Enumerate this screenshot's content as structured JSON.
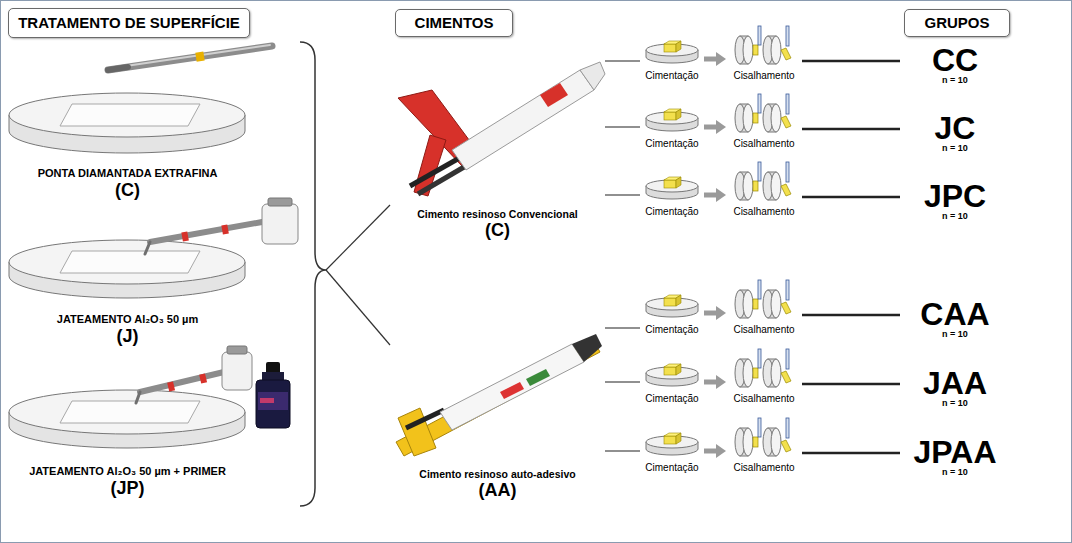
{
  "diagram": {
    "nodes": [
      {
        "text": [
          "TRATAMENTO DE SUPERFÍCIE"
        ]
      },
      {
        "text": [
          "CIMENTOS"
        ]
      },
      {
        "text": [
          "GRUPOS"
        ]
      },
      {
        "text": [
          "PONTA DIAMANTADA EXTRAFINA",
          "(C)"
        ]
      },
      {
        "text": [
          "JATEAMENTO Al₂O₃ 50 µm",
          "(J)"
        ]
      },
      {
        "text": [
          "JATEAMENTO Al₂O₃ 50 µm + PRIMER",
          "(JP)"
        ]
      },
      {
        "text": [
          "Cimento resinoso Convencional",
          "(C)"
        ]
      },
      {
        "text": [
          "Cimento resinoso auto-adesivo",
          "(AA)"
        ]
      },
      {
        "text": [
          "Cimentação"
        ]
      },
      {
        "text": [
          "Cisalhamento"
        ]
      },
      {
        "text": [
          "CC",
          "n = 10"
        ]
      },
      {
        "text": [
          "Cimentação"
        ]
      },
      {
        "text": [
          "Cisalhamento"
        ]
      },
      {
        "text": [
          "JC",
          "n = 10"
        ]
      },
      {
        "text": [
          "Cimentação"
        ]
      },
      {
        "text": [
          "Cisalhamento"
        ]
      },
      {
        "text": [
          "JPC",
          "n = 10"
        ]
      },
      {
        "text": [
          "Cimentação"
        ]
      },
      {
        "text": [
          "Cisalhamento"
        ]
      },
      {
        "text": [
          "CAA",
          "n = 10"
        ]
      },
      {
        "text": [
          "Cimentação"
        ]
      },
      {
        "text": [
          "Cisalhamento"
        ]
      },
      {
        "text": [
          "JAA",
          "n = 10"
        ]
      },
      {
        "text": [
          "Cimentação"
        ]
      },
      {
        "text": [
          "Cisalhamento"
        ]
      },
      {
        "text": [
          "JPAA",
          "n = 10"
        ]
      }
    ],
    "edges": [
      {
        "from": 6,
        "to": 8,
        "arrow": "none"
      },
      {
        "from": 6,
        "to": 11,
        "arrow": "none"
      },
      {
        "from": 6,
        "to": 14,
        "arrow": "none"
      },
      {
        "from": 7,
        "to": 17,
        "arrow": "none"
      },
      {
        "from": 7,
        "to": 20,
        "arrow": "none"
      },
      {
        "from": 7,
        "to": 23,
        "arrow": "none"
      },
      {
        "from": 8,
        "to": 9,
        "arrow": "to"
      },
      {
        "from": 11,
        "to": 12,
        "arrow": "to"
      },
      {
        "from": 14,
        "to": 15,
        "arrow": "to"
      },
      {
        "from": 17,
        "to": 18,
        "arrow": "to"
      },
      {
        "from": 20,
        "to": 21,
        "arrow": "to"
      },
      {
        "from": 23,
        "to": 24,
        "arrow": "to"
      },
      {
        "from": 9,
        "to": 10,
        "arrow": "none"
      },
      {
        "from": 12,
        "to": 13,
        "arrow": "none"
      },
      {
        "from": 15,
        "to": 16,
        "arrow": "none"
      },
      {
        "from": 18,
        "to": 19,
        "arrow": "none"
      },
      {
        "from": 21,
        "to": 22,
        "arrow": "none"
      },
      {
        "from": 24,
        "to": 25,
        "arrow": "none"
      }
    ]
  }
}
